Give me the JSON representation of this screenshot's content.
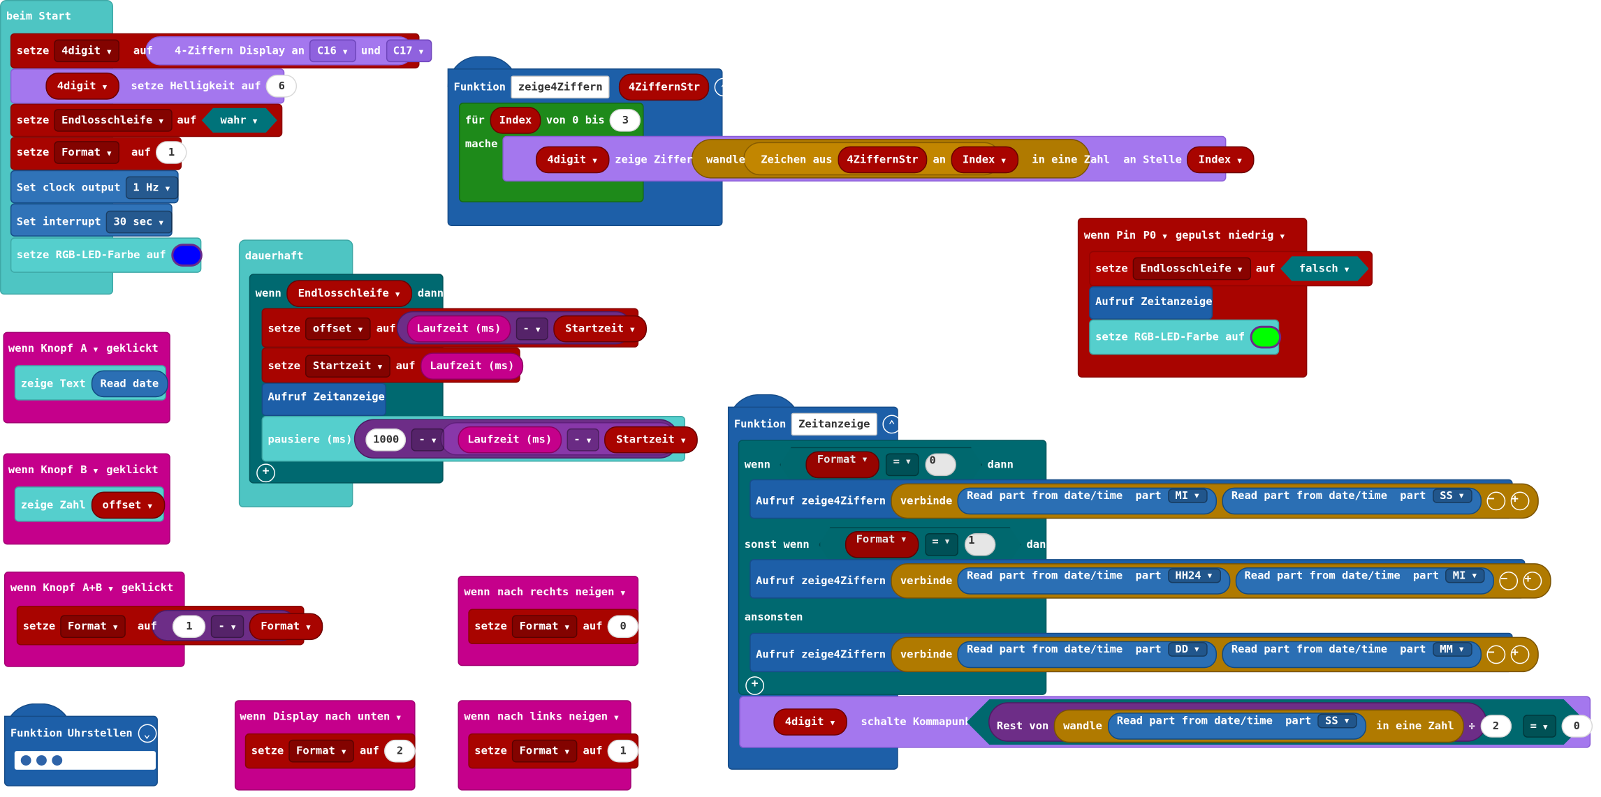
{
  "colors": {
    "basic": "#4ec5c3",
    "variables": "#a80400",
    "display": "#a477ee",
    "logic": "#006970",
    "loops": "#1e8a1a",
    "functions": "#1d5fa8",
    "input": "#c5008b",
    "math": "#6d2d87",
    "text": "#b07a00",
    "rgb_blue": "#0000ff",
    "rgb_green": "#00ff00"
  },
  "on_start": {
    "hat": "beim Start",
    "set_kw": "setze",
    "to_kw": "auf",
    "var_4digit": "4digit",
    "display_create": "4-Ziffern Display an",
    "pin_clk": "C16",
    "and_kw": "und",
    "pin_dio": "C17",
    "set_brightness": "setze Helligkeit auf",
    "brightness": "6",
    "var_loop": "Endlosschleife",
    "true_val": "wahr",
    "var_format": "Format",
    "format_init": "1",
    "clock_output": "Set clock output",
    "clock_val": "1 Hz",
    "interrupt": "Set interrupt",
    "interrupt_val": "30 sec",
    "rgb_label": "setze RGB-LED-Farbe auf"
  },
  "button_a": {
    "when_kw": "wenn Knopf",
    "button": "A",
    "clicked": "geklickt",
    "show_text": "zeige Text",
    "read_date": "Read date"
  },
  "button_b": {
    "when_kw": "wenn Knopf",
    "button": "B",
    "clicked": "geklickt",
    "show_number": "zeige Zahl",
    "var_offset": "offset"
  },
  "button_ab": {
    "when_kw": "wenn Knopf",
    "button": "A+B",
    "clicked": "geklickt",
    "set_kw": "setze",
    "var_format": "Format",
    "to_kw": "auf",
    "one": "1",
    "op": "-",
    "var_format2": "Format"
  },
  "func_clock": {
    "fn_kw": "Funktion",
    "name": "Uhrstellen"
  },
  "forever": {
    "hat": "dauerhaft",
    "if_kw": "wenn",
    "var_loop": "Endlosschleife",
    "then_kw": "dann",
    "set_kw": "setze",
    "var_offset": "offset",
    "to_kw": "auf",
    "runtime": "Laufzeit (ms)",
    "minus": "-",
    "var_start": "Startzeit",
    "call": "Aufruf Zeitanzeige",
    "pause": "pausiere (ms)",
    "pause_ms": "1000"
  },
  "func_zeige": {
    "fn_kw": "Funktion",
    "name": "zeige4Ziffern",
    "param": "4ZiffernStr",
    "for_kw": "für",
    "var_index": "Index",
    "from_kw": "von 0 bis",
    "to_val": "3",
    "do_kw": "mache",
    "var_4digit": "4digit",
    "show_digit": "zeige Ziffer",
    "convert": "wandle",
    "char_at": "Zeichen aus",
    "at_kw": "an",
    "to_number": "in eine Zahl",
    "at_position": "an Stelle"
  },
  "pin_pulse": {
    "when_pin": "wenn Pin",
    "pin": "P0",
    "pulsed": "gepulst",
    "level": "niedrig",
    "set_kw": "setze",
    "var_loop": "Endlosschleife",
    "to_kw": "auf",
    "false_val": "falsch",
    "call": "Aufruf Zeitanzeige",
    "rgb_label": "setze RGB-LED-Farbe auf"
  },
  "tilt_right": {
    "when_kw": "wenn",
    "gesture": "nach rechts neigen",
    "set_kw": "setze",
    "var_format": "Format",
    "to_kw": "auf",
    "value": "0"
  },
  "display_down": {
    "when_kw": "wenn",
    "gesture": "Display nach unten",
    "set_kw": "setze",
    "var_format": "Format",
    "to_kw": "auf",
    "value": "2"
  },
  "tilt_left": {
    "when_kw": "wenn",
    "gesture": "nach links neigen",
    "set_kw": "setze",
    "var_format": "Format",
    "to_kw": "auf",
    "value": "1"
  },
  "func_time": {
    "fn_kw": "Funktion",
    "name": "Zeitanzeige",
    "if_kw": "wenn",
    "var_format": "Format",
    "eq": "=",
    "v0": "0",
    "then_kw": "dann",
    "elif_kw": "sonst wenn",
    "v1": "1",
    "else_kw": "ansonsten",
    "call": "Aufruf zeige4Ziffern",
    "join": "verbinde",
    "read_part": "Read part from date/time",
    "part_kw": "part",
    "p_mi": "MI",
    "p_ss": "SS",
    "p_hh": "HH24",
    "p_dd": "DD",
    "p_mm": "MM",
    "var_4digit": "4digit",
    "toggle_colon": "schalte Kommapunkt",
    "remainder": "Rest von",
    "convert": "wandle",
    "to_number": "in eine Zahl",
    "div": "÷",
    "divisor": "2",
    "zero": "0"
  }
}
